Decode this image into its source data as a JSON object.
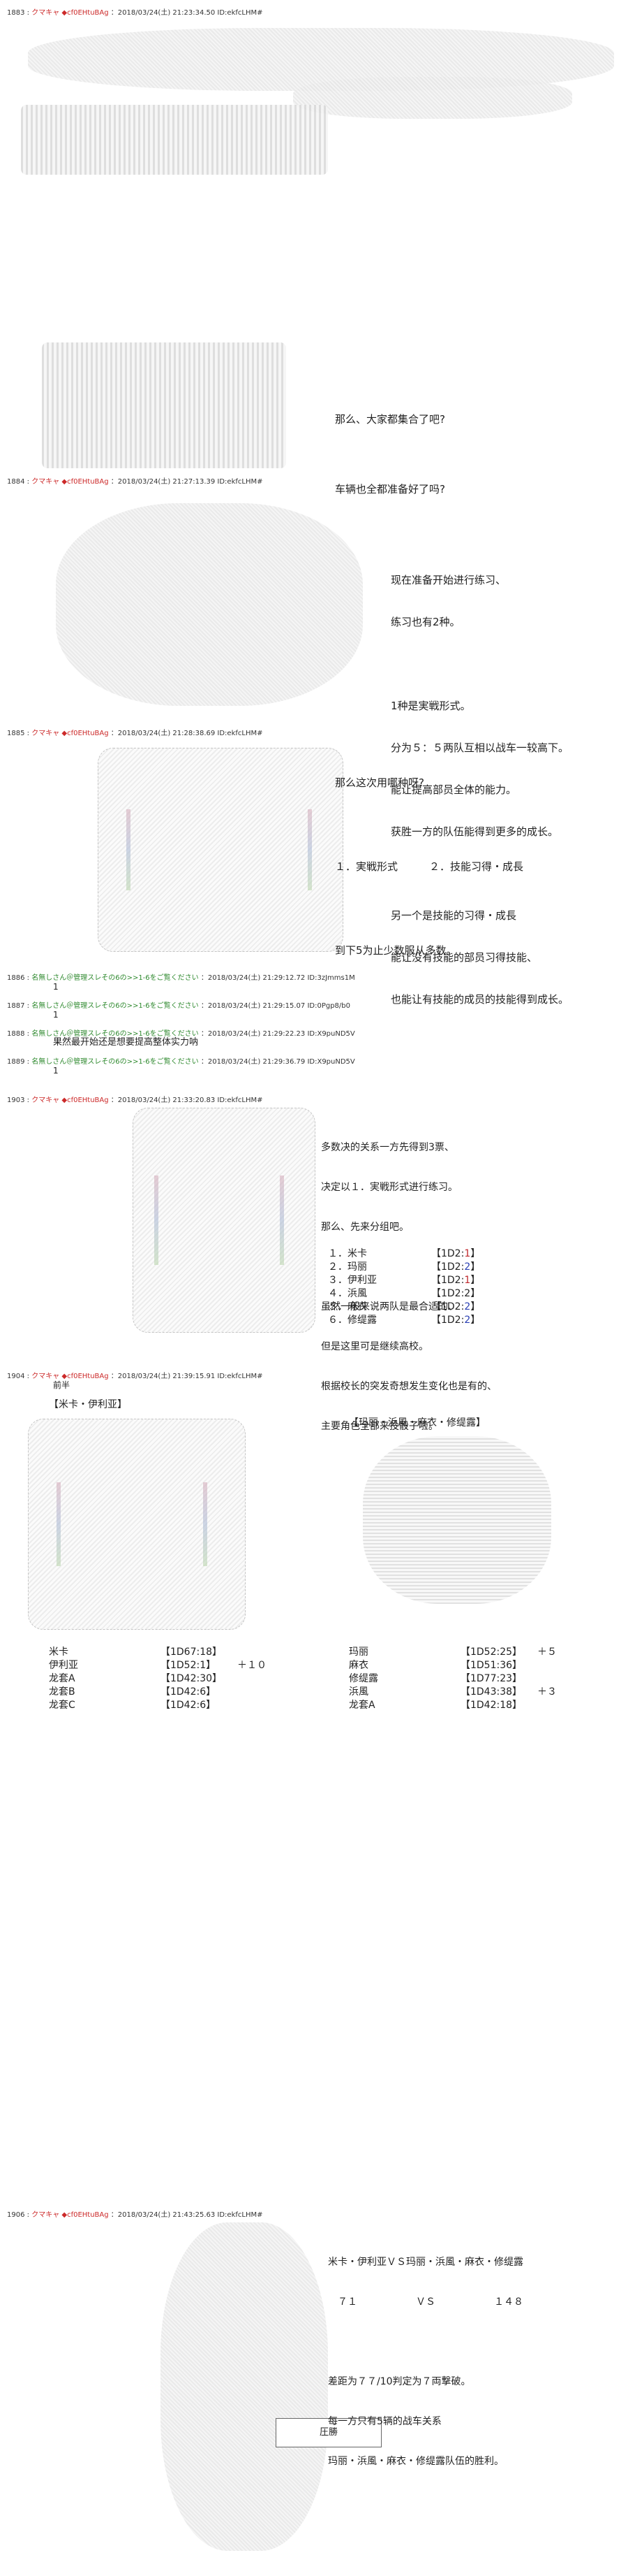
{
  "posts": [
    {
      "num": "1883",
      "name": "クマキャ",
      "trip": "◆cf0EHtuBAg",
      "meta": "：2018/03/24(土) 21:23:34.50 ID:ekfcLHM#",
      "lines": []
    },
    {
      "num": "",
      "name": "",
      "trip": "",
      "meta": "",
      "lines": [
        "那么、大家都集合了吧?",
        "",
        "车辆也全都准备好了吗?"
      ]
    },
    {
      "num": "1884",
      "name": "クマキャ",
      "trip": "◆cf0EHtuBAg",
      "meta": "：2018/03/24(土) 21:27:13.39 ID:ekfcLHM#",
      "lines": [
        "现在准备开始进行练习、",
        "练习也有2种。",
        "",
        "1种是実戦形式。",
        "分为５：５两队互相以战车一较高下。",
        "能让提高部员全体的能力。",
        "获胜一方的队伍能得到更多的成长。",
        "",
        "另一个是技能的习得・成長",
        "能让没有技能的部员习得技能、",
        "也能让有技能的成员的技能得到成长。"
      ]
    },
    {
      "num": "1885",
      "name": "クマキャ",
      "trip": "◆cf0EHtuBAg",
      "meta": "：2018/03/24(土) 21:28:38.69 ID:ekfcLHM#",
      "lines": [
        "那么这次用哪种呀?",
        "",
        "１．実戦形式　　　２．技能习得・成長",
        "",
        "到下5为止少数服从多数。"
      ]
    },
    {
      "num": "1886",
      "name": "名無しさん＠管理スレその6の>>1-6をご覧ください",
      "trip": "",
      "meta": "：2018/03/24(土) 21:29:12.72 ID:3zJmms1M",
      "lines": [
        "1"
      ]
    },
    {
      "num": "1887",
      "name": "名無しさん＠管理スレその6の>>1-6をご覧ください",
      "trip": "",
      "meta": "：2018/03/24(土) 21:29:15.07 ID:0Pgp8/b0",
      "lines": [
        "1"
      ]
    },
    {
      "num": "1888",
      "name": "名無しさん＠管理スレその6の>>1-6をご覧ください",
      "trip": "",
      "meta": "：2018/03/24(土) 21:29:22.23 ID:X9puND5V",
      "lines": [
        "果然最开始还是想要提高整体实力呐"
      ]
    },
    {
      "num": "1889",
      "name": "名無しさん＠管理スレその6の>>1-6をご覧ください",
      "trip": "",
      "meta": "：2018/03/24(土) 21:29:36.79 ID:X9puND5V",
      "lines": [
        "1"
      ]
    },
    {
      "num": "1903",
      "name": "クマキャ",
      "trip": "◆cf0EHtuBAg",
      "meta": "：2018/03/24(土) 21:33:20.83 ID:ekfcLHM#",
      "lines": [
        "多数决的关系一方先得到3票、",
        "决定以１．実戦形式进行练习。",
        "那么、先来分组吧。",
        "",
        "虽然一般来说两队是最合适的、",
        "但是这里可是继续高校。",
        "根据校长的突发奇想发生变化也是有的、",
        "主要角色全部来投骰子啦。"
      ],
      "table": [
        {
          "idx": "１．",
          "name": "米卡",
          "dice": "【1D2:",
          "val": "1",
          "end": "】",
          "color": "r1"
        },
        {
          "idx": "２．",
          "name": "玛丽",
          "dice": "【1D2:",
          "val": "2",
          "end": "】",
          "color": "b2"
        },
        {
          "idx": "３．",
          "name": "伊利亚",
          "dice": "【1D2:",
          "val": "1",
          "end": "】",
          "color": "r1"
        },
        {
          "idx": "４．",
          "name": "浜風",
          "dice": "【1D2:2",
          "val": "",
          "end": "】",
          "color": ""
        },
        {
          "idx": "５．",
          "name": "麻衣",
          "dice": "【1D2:",
          "val": "2",
          "end": "】",
          "color": "b2"
        },
        {
          "idx": "６．",
          "name": "修缇露",
          "dice": "【1D2:",
          "val": "2",
          "end": "】",
          "color": "b2"
        }
      ]
    },
    {
      "num": "1904",
      "name": "クマキャ",
      "trip": "◆cf0EHtuBAg",
      "meta": "：2018/03/24(土) 21:39:15.91 ID:ekfcLHM#",
      "sub": "前半",
      "team_a_title": "【米卡・伊利亚】",
      "team_b_title": "【玛丽・浜風・麻衣・修缇露】",
      "team_a_rows": [
        {
          "name": "米卡",
          "dice": "【1D67:18】",
          "bonus": ""
        },
        {
          "name": "伊利亚",
          "dice": "【1D52:1】",
          "bonus": "＋１０"
        },
        {
          "name": "龙套A",
          "dice": "【1D42:30】",
          "bonus": ""
        },
        {
          "name": "龙套B",
          "dice": "【1D42:6】",
          "bonus": ""
        },
        {
          "name": "龙套C",
          "dice": "【1D42:6】",
          "bonus": ""
        }
      ],
      "team_b_rows": [
        {
          "name": "玛丽",
          "dice": "【1D52:25】",
          "bonus": "＋５"
        },
        {
          "name": "麻衣",
          "dice": "【1D51:36】",
          "bonus": ""
        },
        {
          "name": "修缇露",
          "dice": "【1D77:23】",
          "bonus": ""
        },
        {
          "name": "浜風",
          "dice": "【1D43:38】",
          "bonus": "＋３"
        },
        {
          "name": "龙套A",
          "dice": "【1D42:18】",
          "bonus": ""
        }
      ]
    },
    {
      "num": "1906",
      "name": "クマキャ",
      "trip": "◆cf0EHtuBAg",
      "meta": "：2018/03/24(土) 21:43:25.63 ID:ekfcLHM#",
      "lines": [
        "米卡・伊利亚ＶＳ玛丽・浜風・麻衣・修缇露",
        "　７１　　　　　　ＶＳ　　　　　　１４８",
        "",
        "差距为７７/10判定为７両撃破。",
        "每一方只有5辆的战车关系",
        "玛丽・浜風・麻衣・修缇露队伍的胜利。"
      ],
      "sign": "圧勝"
    }
  ],
  "icons": {
    "tank_art": "tank-ascii-art",
    "girl_art": "girl-ascii-art",
    "face_art": "face-ascii-art"
  }
}
